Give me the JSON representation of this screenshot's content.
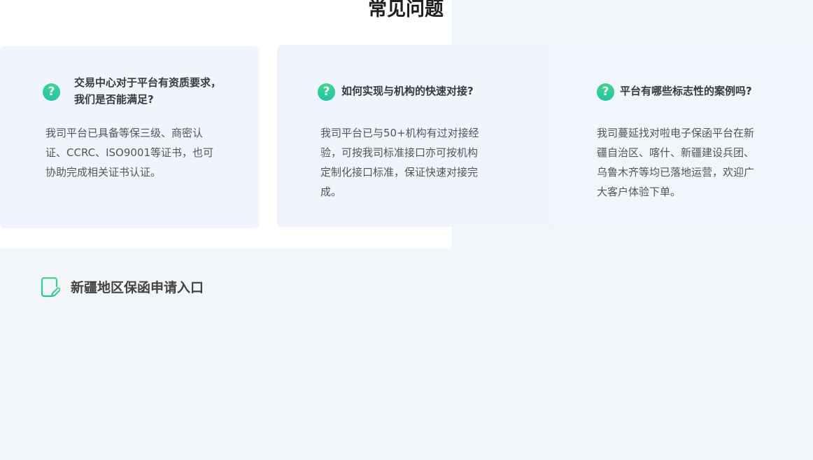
{
  "faq": {
    "title": "常见问题",
    "items": [
      {
        "icon": "question-icon",
        "question_line1": "交易中心对于平台有资质要求，",
        "question_line2": "我们是否能满足?",
        "answer_lines": [
          "我司平台已具备等保三级、商密认",
          "证、CCRC、ISO9001等证书，也可",
          "协助完成相关证书认证。"
        ]
      },
      {
        "icon": "question-icon",
        "question_line1": "如何实现与机构的快速对接?",
        "answer_lines": [
          "我司平台已与50+机构有过对接经",
          "验，可按我司标准接口亦可按机构",
          "定制化接口标准，保证快速对接完",
          "成。"
        ]
      },
      {
        "icon": "question-icon",
        "question_line1": "平台有哪些标志性的案例吗?",
        "answer_lines": [
          "我司蔓延找对啦电子保函平台在新",
          "疆自治区、喀什、新疆建设兵团、",
          "乌鲁木齐等均已落地运营，欢迎广",
          "大客户体验下单。"
        ]
      }
    ]
  },
  "application": {
    "icon": "edit-document-icon",
    "title": "新疆地区保函申请入口"
  },
  "colors": {
    "accent_green": "#2ecf96",
    "card_bg": "#f0f5fd",
    "page_bg": "#f3f6f9"
  }
}
